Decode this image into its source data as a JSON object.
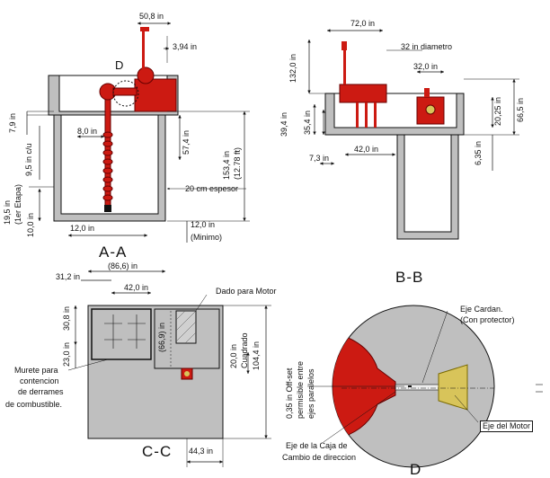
{
  "colors": {
    "concrete": "#bfbfbf",
    "pump_red": "#cc1a12",
    "motor_yellow": "#d8c45a",
    "line": "#111111"
  },
  "section_aa": {
    "title": "A-A",
    "detail_marker": "D",
    "dims": {
      "top_width": "50,8 in",
      "side_gap": "3,94 in",
      "top_slab": "7,9 in",
      "shaft_spacing": "9,5 in c/u",
      "inner_offset": "8,0 in",
      "upper_height": "57,4 in",
      "total_height": "153,4 in",
      "total_height_ft": "(12.78 ft)",
      "stage": "19,5 in",
      "stage_note": "(1er Etapa)",
      "bottom_clear": "10,0 in",
      "bottom_width": "12,0 in",
      "min_depth": "12,0 in",
      "min_note": "(Minimo)"
    },
    "wall_note": "20 cm espesor"
  },
  "section_bb": {
    "title": "B-B",
    "dims": {
      "top_width": "72,0 in",
      "diameter": "32 in diametro",
      "total_height": "132,0 in",
      "motor_width": "32,0 in",
      "right_height": "20,25 in",
      "right_total": "66,5 in",
      "left_upper": "39,4 in",
      "left_lower": "35,4 in",
      "mid_width": "42,0 in",
      "left_bottom": "7,3 in",
      "right_bottom": "6,35 in"
    }
  },
  "section_cc": {
    "title": "C-C",
    "dims": {
      "overall": "(86,6) in",
      "left_offset": "31,2 in",
      "inner_width": "42,0 in",
      "vert1": "30,8 in",
      "vert2": "23,0 in",
      "center_h": "(66,9) in",
      "square": "20,0 in",
      "square_note": "Cuadrado",
      "right_height": "104,4 in",
      "bottom_width": "44,3 in"
    },
    "notes": {
      "motor_die": "Dado para Motor",
      "wall_note_1": "Murete para",
      "wall_note_2": "contencion",
      "wall_note_3": "de derrames",
      "wall_note_4": "de combustible."
    }
  },
  "detail_d": {
    "title": "D",
    "offset_1": "0,35 in Off-set",
    "offset_2": "permisible entre",
    "offset_3": "ejes paralelos",
    "cardan_1": "Eje Cardan.",
    "cardan_2": "(Con protector)",
    "motor_shaft": "Eje del Motor",
    "gearbox_1": "Eje de la Caja de",
    "gearbox_2": "Cambio de direccion"
  }
}
